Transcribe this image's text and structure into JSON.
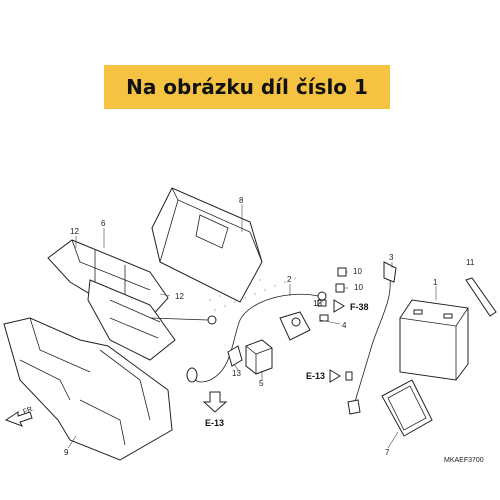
{
  "banner": {
    "text": "Na obrázku díl číslo 1",
    "color": "#f5c242"
  },
  "parts": {
    "p1": "1",
    "p2": "2",
    "p3": "3",
    "p4": "4",
    "p5": "5",
    "p6": "6",
    "p7": "7",
    "p8": "8",
    "p9": "9",
    "p10a": "10",
    "p10b": "10",
    "p11": "11",
    "p12a": "12",
    "p12b": "12",
    "p13a": "13",
    "p13b": "13"
  },
  "refs": {
    "f38": "F-38",
    "e13a": "E-13",
    "e13b": "E-13",
    "front": "FR."
  },
  "diagram_code": "MKAEF3700"
}
